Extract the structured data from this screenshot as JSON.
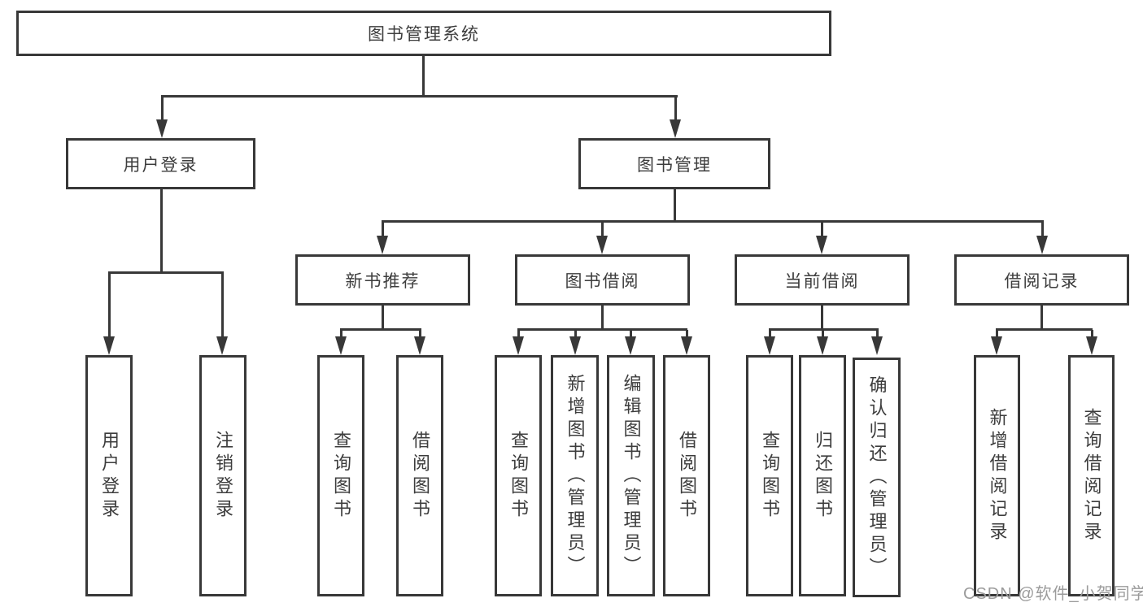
{
  "tree": {
    "label": "图书管理系统",
    "children": [
      {
        "label": "用户登录",
        "children": [
          {
            "label": "用户登录"
          },
          {
            "label": "注销登录"
          }
        ]
      },
      {
        "label": "图书管理",
        "children": [
          {
            "label": "新书推荐",
            "children": [
              {
                "label": "查询图书"
              },
              {
                "label": "借阅图书"
              }
            ]
          },
          {
            "label": "图书借阅",
            "children": [
              {
                "label": "查询图书"
              },
              {
                "label": "新增图书（管理员）"
              },
              {
                "label": "编辑图书（管理员）"
              },
              {
                "label": "借阅图书"
              }
            ]
          },
          {
            "label": "当前借阅",
            "children": [
              {
                "label": "查询图书"
              },
              {
                "label": "归还图书"
              },
              {
                "label": "确认归还（管理员）"
              }
            ]
          },
          {
            "label": "借阅记录",
            "children": [
              {
                "label": "新增借阅记录"
              },
              {
                "label": "查询借阅记录"
              }
            ]
          }
        ]
      }
    ]
  },
  "watermark": {
    "text": "CSDN @软件_小贺同学"
  },
  "colors": {
    "line": "#383838",
    "text": "#3d3d3d",
    "box_background": "#ffffff",
    "watermark": "#9b9b9b"
  }
}
